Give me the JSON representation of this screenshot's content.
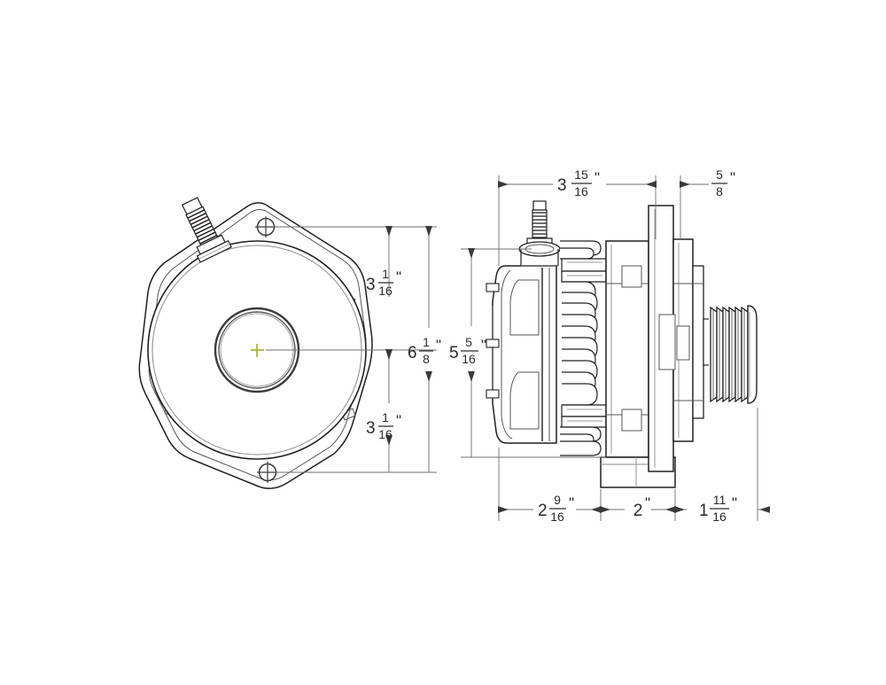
{
  "drawing": {
    "title": "Alternator dimensional drawing",
    "type": "engineering-drawing",
    "units": "inches",
    "background_color": "#ffffff",
    "line_color": "#231f20",
    "dimension_line_color": "#6d6d6d",
    "center_mark_color": "#b5b13c",
    "views": [
      {
        "name": "front-view",
        "description": "Front elevation of alternator showing circular case, diamond mounting flange, two mounting holes, center bore and threaded stud"
      },
      {
        "name": "side-view",
        "description": "Side elevation of alternator showing rear cover, stator windings, case, mounting foot and serpentine pulley"
      }
    ]
  },
  "dimensions": {
    "front_top": {
      "whole": "3",
      "numerator": "1",
      "denominator": "16",
      "mark": "\"",
      "label": "3 1/16\""
    },
    "front_bottom": {
      "whole": "3",
      "numerator": "1",
      "denominator": "16",
      "mark": "\"",
      "label": "3 1/16\""
    },
    "front_overall": {
      "whole": "6",
      "numerator": "1",
      "denominator": "8",
      "mark": "\"",
      "label": "6 1/8\""
    },
    "side_height": {
      "whole": "5",
      "numerator": "5",
      "denominator": "16",
      "mark": "\"",
      "label": "5 5/16\""
    },
    "side_top_main": {
      "whole": "3",
      "numerator": "15",
      "denominator": "16",
      "mark": "\"",
      "label": "3 15/16\""
    },
    "side_top_small": {
      "whole": "",
      "numerator": "5",
      "denominator": "8",
      "mark": "\"",
      "label": "5/8\""
    },
    "side_bottom_left": {
      "whole": "2",
      "numerator": "9",
      "denominator": "16",
      "mark": "\"",
      "label": "2 9/16\""
    },
    "side_bottom_mid": {
      "whole": "2",
      "numerator": "",
      "denominator": "",
      "mark": "\"",
      "label": "2\""
    },
    "side_bottom_right": {
      "whole": "1",
      "numerator": "11",
      "denominator": "16",
      "mark": "\"",
      "label": "1 11/16\""
    }
  },
  "features": {
    "pulley_groove_count": 6,
    "mounting_hole_count": 2,
    "stud_count": 1,
    "center_bore": "center-bore"
  }
}
